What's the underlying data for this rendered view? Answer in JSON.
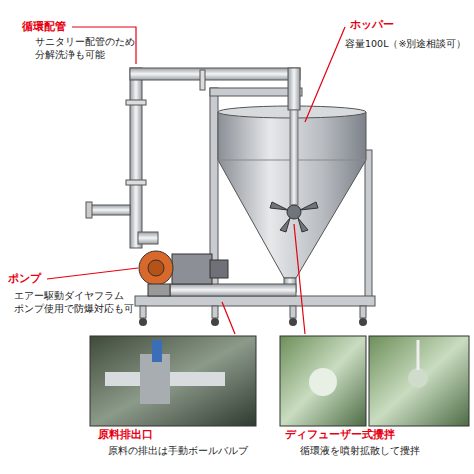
{
  "diagram": {
    "labels": [
      "循環配管",
      "サニタリー配管のため",
      "分解洗浄も可能",
      "ホッパー",
      "容量100L（※別途相談可）",
      "ポンプ",
      "エアー駆動ダイヤフラム",
      "ポンプ使用で防爆対応も可",
      "原料排出口",
      "原料の排出は手動ボールバルブ",
      "ディフューザー式攪拌",
      "循環液を噴射拡散して攪拌"
    ]
  }
}
